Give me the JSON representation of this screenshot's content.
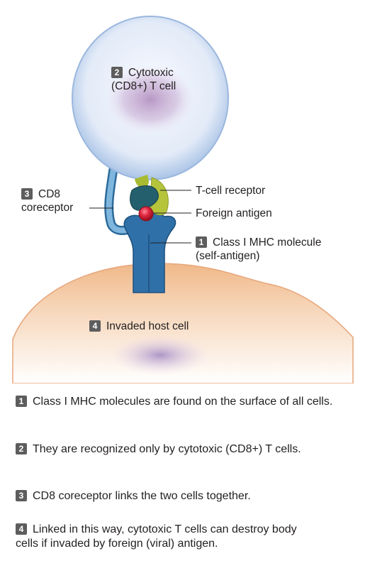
{
  "labels": {
    "t_cell": {
      "num": "2",
      "line1": "Cytotoxic",
      "line2": "(CD8+) T cell"
    },
    "cd8": {
      "num": "3",
      "line1": "CD8",
      "line2": "coreceptor"
    },
    "tcr": "T-cell receptor",
    "antigen": "Foreign antigen",
    "mhc": {
      "num": "1",
      "line1": "Class I MHC molecule",
      "line2": "(self-antigen)"
    },
    "host": {
      "num": "4",
      "text": "Invaded host cell"
    }
  },
  "notes": [
    {
      "num": "1",
      "text": "Class I MHC molecules are found on the surface of all cells."
    },
    {
      "num": "2",
      "text": "They are recognized only by cytotoxic (CD8+) T cells."
    },
    {
      "num": "3",
      "text": "CD8 coreceptor links the two cells together."
    },
    {
      "num": "4",
      "text": "Linked in this way, cytotoxic T cells can destroy body cells if invaded by foreign (viral) antigen."
    }
  ],
  "colors": {
    "t_cell_fill": "#e6eef9",
    "nucleus": "#b99ac6",
    "host_cell": "#f2c7a0",
    "mhc_blue": "#2f70a8",
    "cd8_blue": "#6ba7d4",
    "tcr_dark": "#245f6e",
    "tcr_green": "#b6c437",
    "antigen_red": "#d7263d"
  }
}
